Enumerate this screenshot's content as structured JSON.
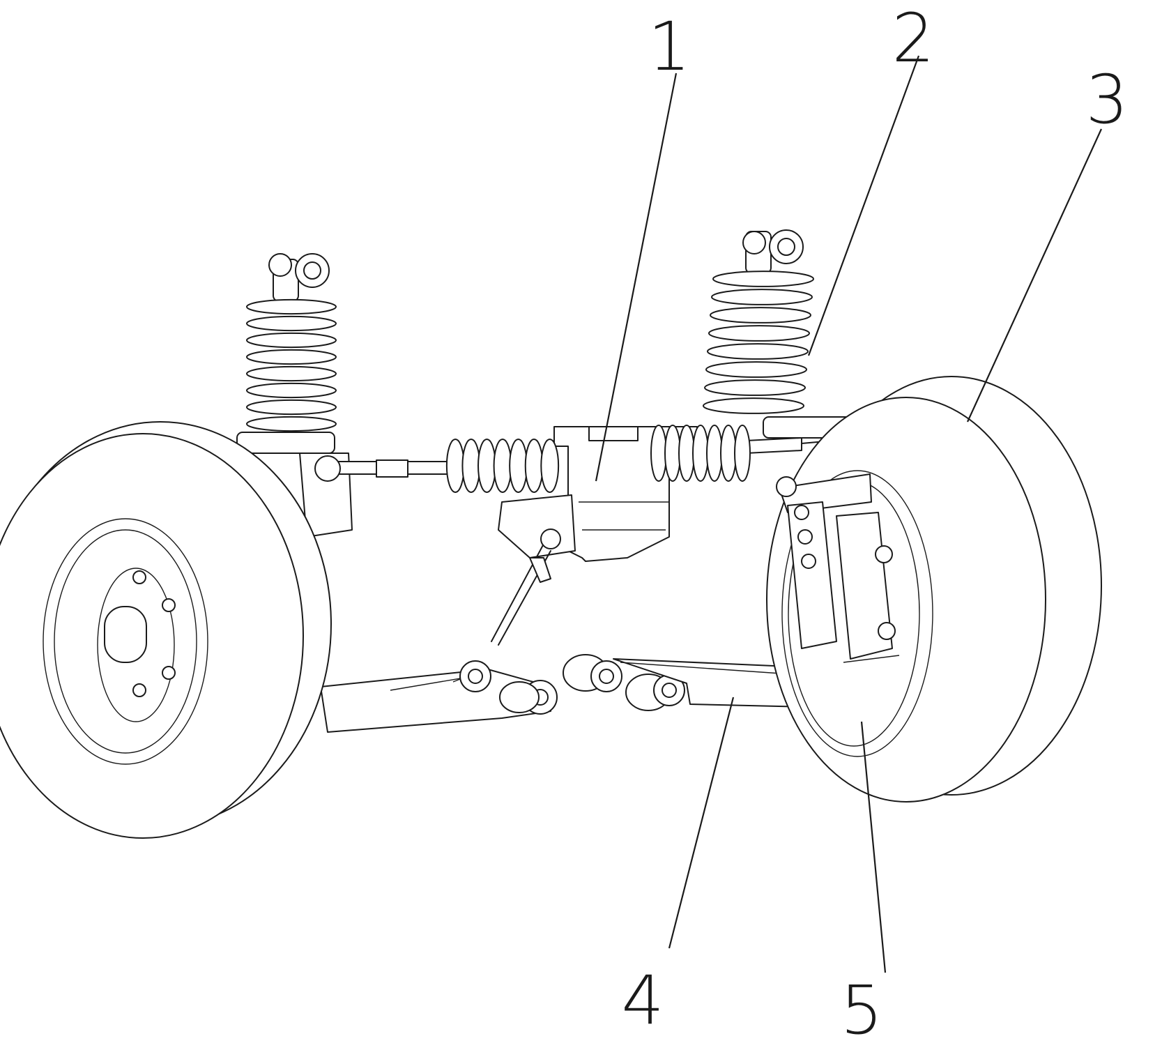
{
  "diagram": {
    "components": [
      {
        "id": "steering-gear",
        "callout": "1"
      },
      {
        "id": "shock-spring",
        "callout": "2"
      },
      {
        "id": "wheel-right",
        "callout": "3"
      },
      {
        "id": "lower-control-arm",
        "callout": "4"
      },
      {
        "id": "brake-knuckle",
        "callout": "5"
      }
    ],
    "colors": {
      "line": "#1a1a1a",
      "background": "#ffffff"
    }
  }
}
